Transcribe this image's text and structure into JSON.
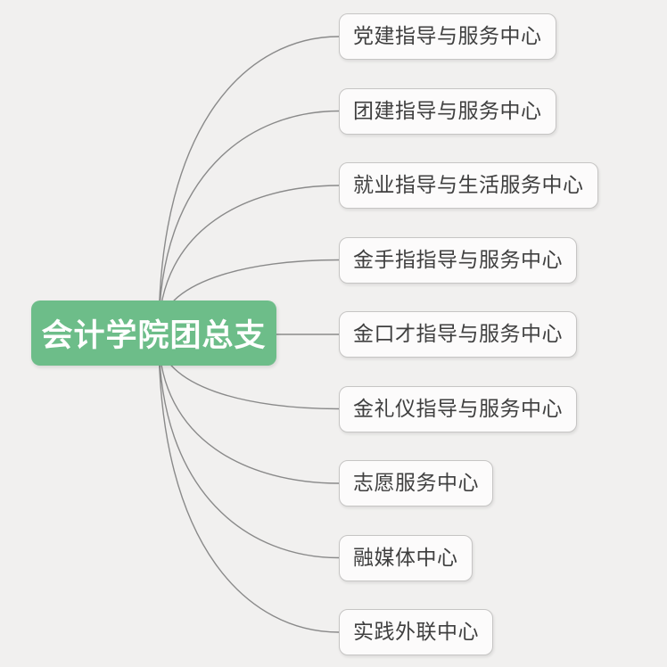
{
  "mindmap": {
    "type": "mindmap",
    "root": {
      "label": "会计学院团总支"
    },
    "children": [
      {
        "label": "党建指导与服务中心"
      },
      {
        "label": "团建指导与服务中心"
      },
      {
        "label": "就业指导与生活服务中心"
      },
      {
        "label": "金手指指导与服务中心"
      },
      {
        "label": "金口才指导与服务中心"
      },
      {
        "label": "金礼仪指导与服务中心"
      },
      {
        "label": "志愿服务中心"
      },
      {
        "label": "融媒体中心"
      },
      {
        "label": "实践外联中心"
      }
    ]
  },
  "colors": {
    "background": "#f1f0ef",
    "root_fill": "#6dbd89",
    "root_text": "#ffffff",
    "node_fill": "#fcfbfb",
    "node_border": "#c6c5c4",
    "node_text": "#3f3f3f",
    "connector": "#8a8a8a"
  }
}
